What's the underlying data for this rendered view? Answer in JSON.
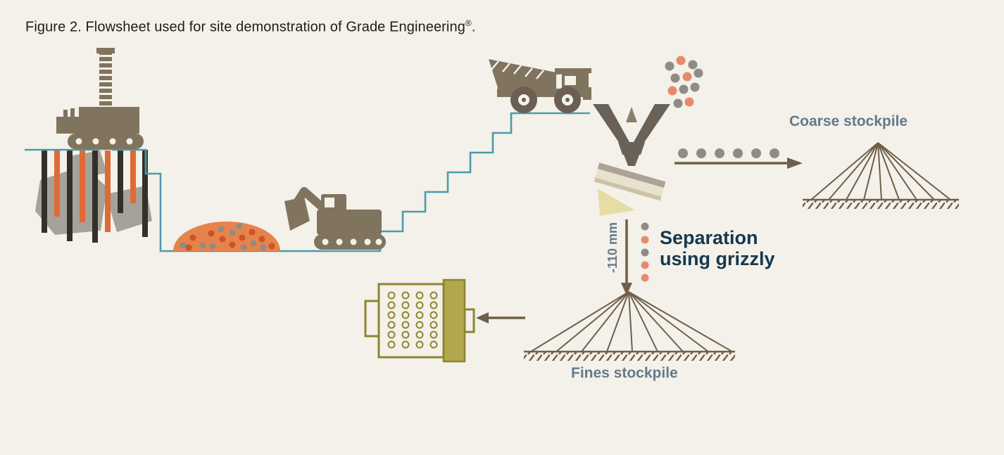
{
  "caption": {
    "main": "Figure 2. Flowsheet used for site demonstration of Grade Engineering",
    "mark": "®",
    "end": "."
  },
  "labels": {
    "coarse_stockpile": "Coarse stockpile",
    "fines_stockpile": "Fines stockpile",
    "separation_line1": "Separation",
    "separation_line2": "using grizzly",
    "undersize": "-110 mm"
  },
  "icons": [
    "drill-rig-icon",
    "blast-pattern-icon",
    "pit-profile-line",
    "muck-pile-icon",
    "excavator-icon",
    "haul-truck-icon",
    "falling-rocks-icon",
    "hopper-icon",
    "grizzly-screen-icon",
    "coarse-flow-arrow-icon",
    "coarse-stockpile-icon",
    "undersize-flow-arrow-icon",
    "fines-stockpile-icon",
    "mill-feed-arrow-icon",
    "mill-icon"
  ],
  "colors": {
    "background": "#f3f1e9",
    "machinery": "#81745f",
    "pit_line": "#4e9aad",
    "orange_accent": "#e8824c",
    "drill_hole_orange": "#df6a36",
    "drill_hole_black": "#33302b",
    "rock_grey": "#a5a29a",
    "navy_text": "#16384f",
    "slate_text": "#66798b",
    "olive": "#8e8430",
    "olive_fill": "#b2a74d",
    "dot_grey": "#908c85",
    "dot_orange": "#e9896b",
    "arrow_brown": "#6f5f4a",
    "hopper_grey": "#6b6257",
    "grizzly_cream": "#e9e1cd",
    "grizzly_yellow": "#e6dda4"
  }
}
